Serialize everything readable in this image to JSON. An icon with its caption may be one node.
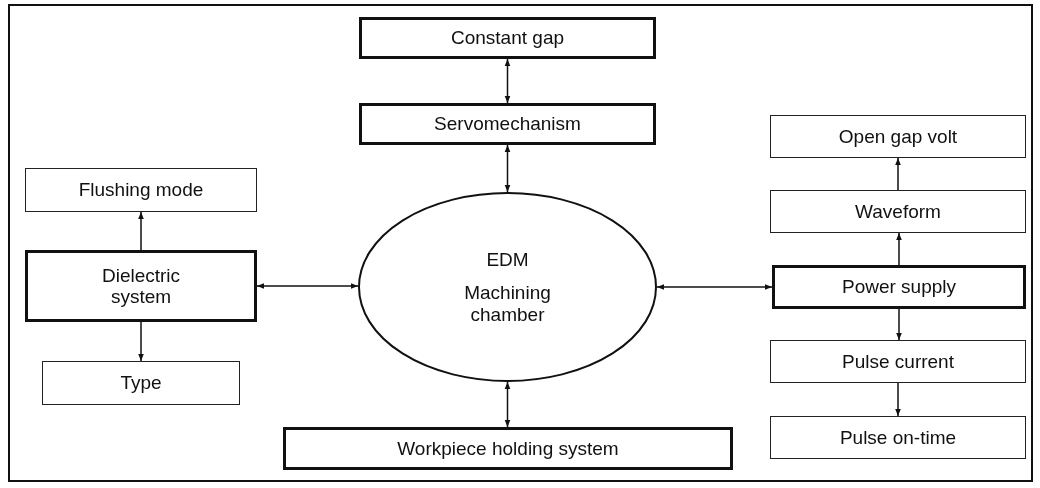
{
  "diagram": {
    "nodes": [
      {
        "text": [
          "Constant gap"
        ]
      },
      {
        "text": [
          "Servomechanism"
        ]
      },
      {
        "text": [
          "Flushing mode"
        ]
      },
      {
        "text": [
          "Dielectric system"
        ]
      },
      {
        "text": [
          "EDM",
          "Machining chamber"
        ]
      },
      {
        "text": [
          "Open gap volt"
        ]
      },
      {
        "text": [
          "Waveform"
        ]
      },
      {
        "text": [
          "Power supply"
        ]
      },
      {
        "text": [
          "Type"
        ]
      },
      {
        "text": [
          "Pulse current"
        ]
      },
      {
        "text": [
          "Pulse on-time"
        ]
      },
      {
        "text": [
          "Workpiece holding system"
        ]
      }
    ],
    "edges": [
      {
        "from": 0,
        "to": 1,
        "arrow": "both"
      },
      {
        "from": 1,
        "to": 4,
        "arrow": "both"
      },
      {
        "from": 3,
        "to": 2,
        "arrow": "to"
      },
      {
        "from": 3,
        "to": 8,
        "arrow": "to"
      },
      {
        "from": 3,
        "to": 4,
        "arrow": "both"
      },
      {
        "from": 4,
        "to": 7,
        "arrow": "both"
      },
      {
        "from": 7,
        "to": 6,
        "arrow": "to"
      },
      {
        "from": 6,
        "to": 5,
        "arrow": "to"
      },
      {
        "from": 7,
        "to": 9,
        "arrow": "to"
      },
      {
        "from": 9,
        "to": 10,
        "arrow": "to"
      },
      {
        "from": 4,
        "to": 11,
        "arrow": "both"
      }
    ]
  }
}
